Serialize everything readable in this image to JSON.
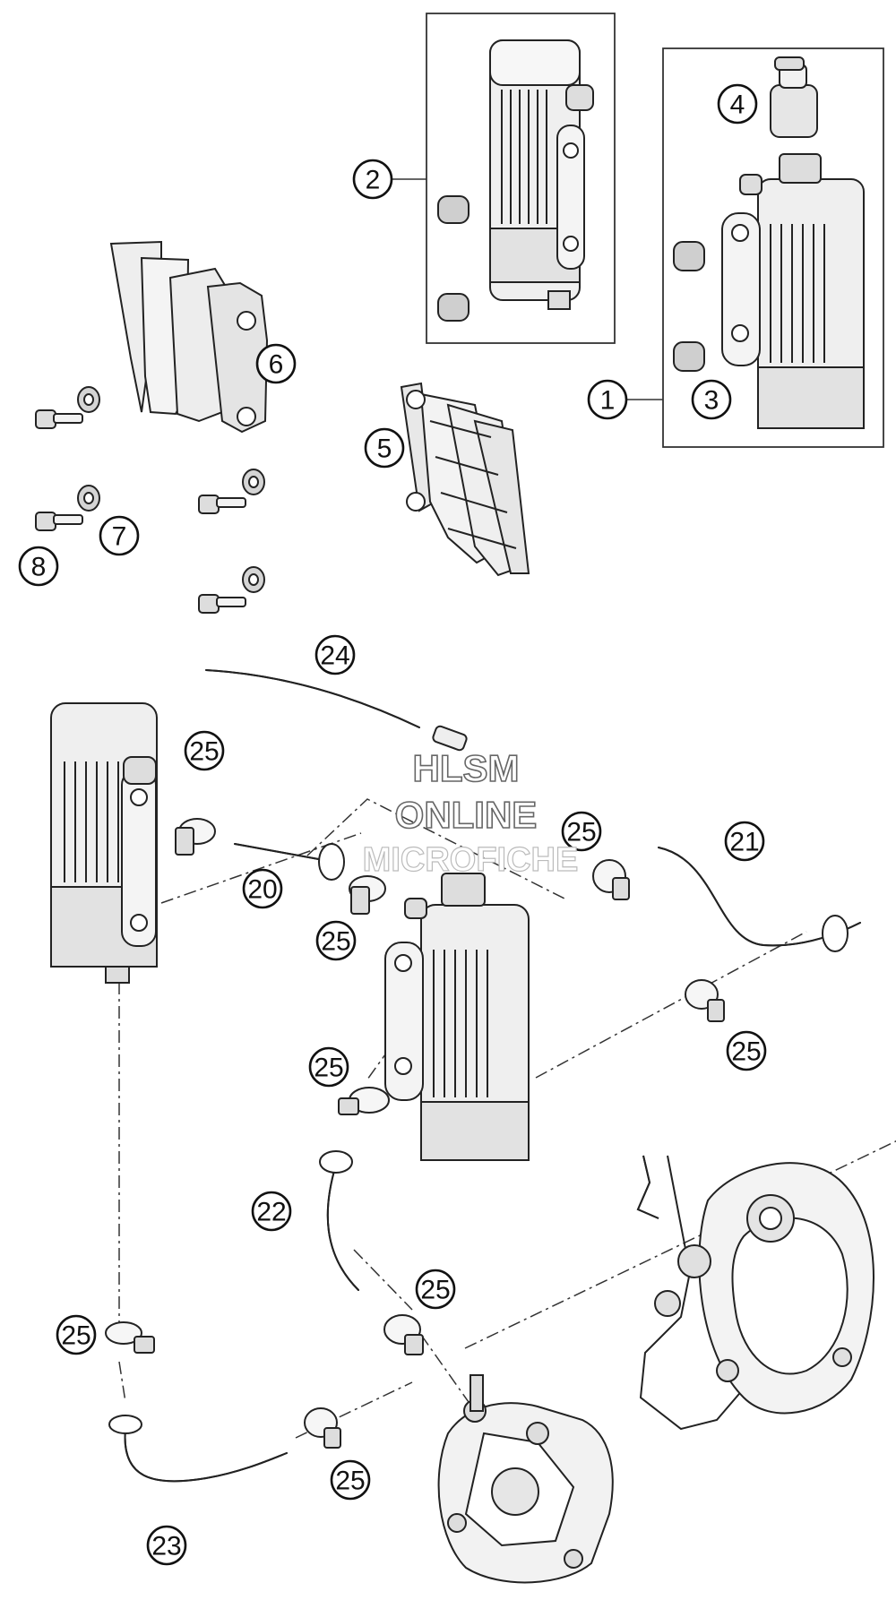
{
  "diagram": {
    "callouts": {
      "c1": "1",
      "c2": "2",
      "c3": "3",
      "c4": "4",
      "c5": "5",
      "c6": "6",
      "c7": "7",
      "c8": "8",
      "c20": "20",
      "c21": "21",
      "c22": "22",
      "c23": "23",
      "c24": "24",
      "c25": "25"
    },
    "watermark": {
      "line1": "HLSM",
      "line2": "ONLINE",
      "line3": "MICROFICHE"
    }
  },
  "colors": {
    "line": "#222222",
    "part_fill": "#efefef",
    "shade": "#cfcfcf",
    "background": "#ffffff"
  }
}
